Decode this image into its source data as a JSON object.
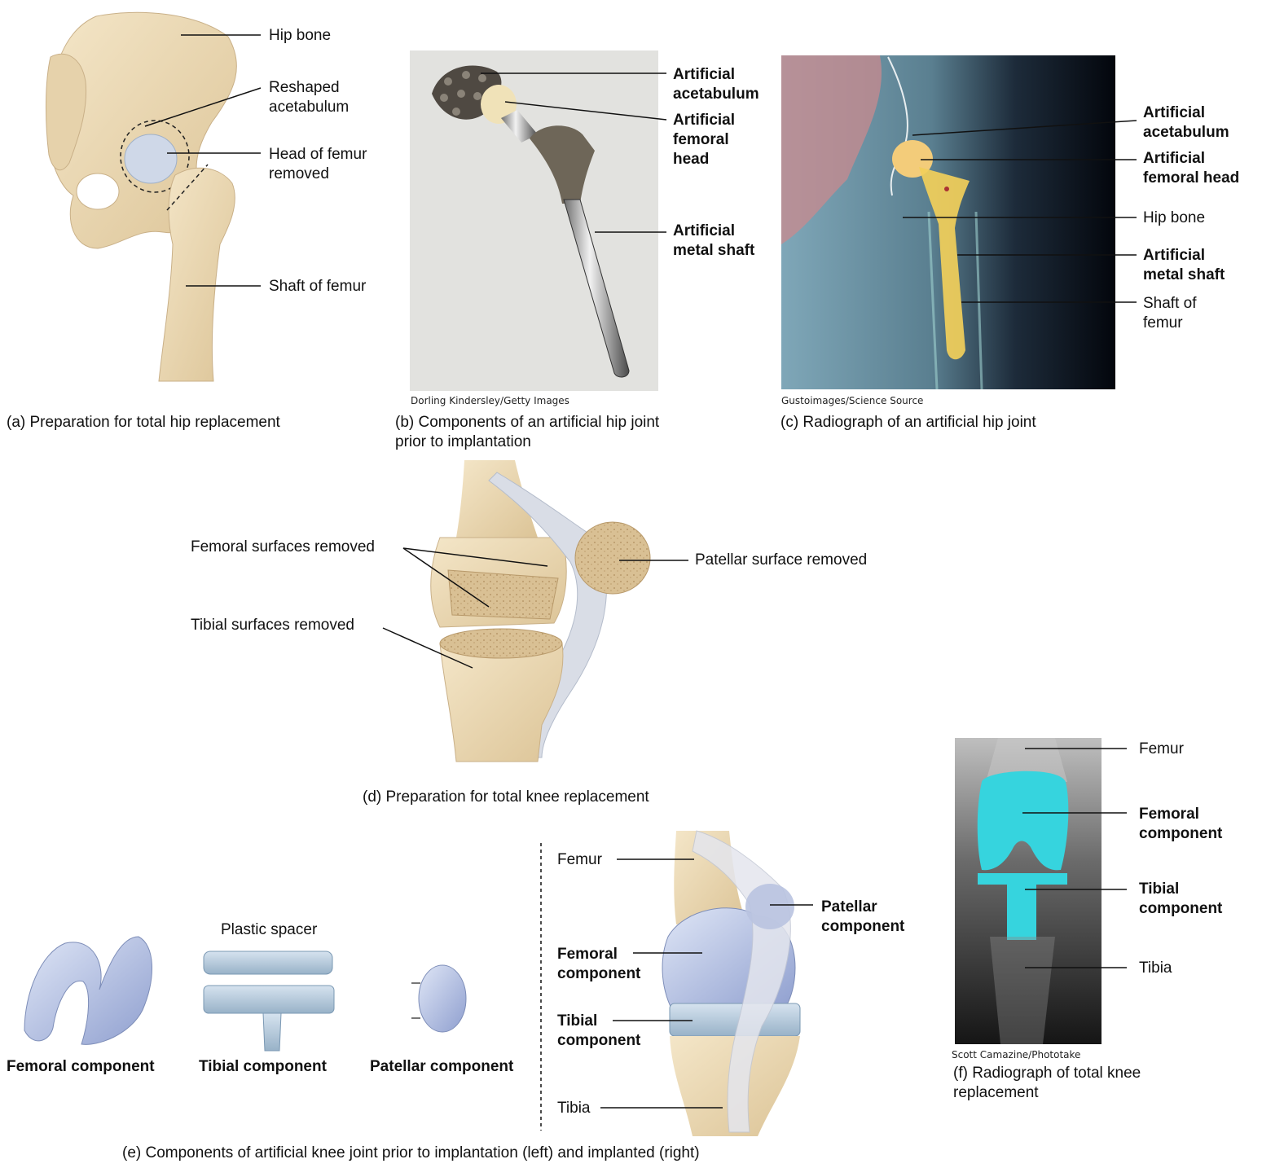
{
  "panel_a": {
    "labels": {
      "hip_bone": "Hip bone",
      "reshaped_acetabulum": "Reshaped\nacetabulum",
      "head_removed": "Head of femur\nremoved",
      "shaft": "Shaft of femur"
    },
    "caption": "(a) Preparation for total hip replacement"
  },
  "panel_b": {
    "labels": {
      "acetabulum": "Artificial\nacetabulum",
      "femoral_head": "Artificial\nfemoral\nhead",
      "metal_shaft": "Artificial\nmetal shaft"
    },
    "credit": "Dorling Kindersley/Getty Images",
    "caption": "(b) Components of an artificial hip joint\n      prior to implantation"
  },
  "panel_c": {
    "labels": {
      "acetabulum": "Artificial\nacetabulum",
      "femoral_head": "Artificial\nfemoral head",
      "hip_bone": "Hip bone",
      "metal_shaft": "Artificial\nmetal shaft",
      "shaft": "Shaft of\nfemur"
    },
    "credit": "Gustoimages/Science Source",
    "caption": "(c) Radiograph of an artificial hip joint"
  },
  "panel_d": {
    "labels": {
      "femoral_surfaces": "Femoral surfaces removed",
      "patellar_surface": "Patellar surface removed",
      "tibial_surfaces": "Tibial surfaces removed"
    },
    "caption": "(d) Preparation for total knee replacement"
  },
  "panel_e": {
    "labels": {
      "plastic_spacer": "Plastic spacer",
      "femoral_component": "Femoral component",
      "tibial_component": "Tibial component",
      "patellar_component": "Patellar component",
      "femur": "Femur",
      "implant_femoral": "Femoral\ncomponent",
      "implant_tibial": "Tibial\ncomponent",
      "tibia": "Tibia",
      "implant_patellar": "Patellar\ncomponent"
    },
    "caption": "(e) Components of artificial knee joint prior to implantation (left) and implanted (right)"
  },
  "panel_f": {
    "labels": {
      "femur": "Femur",
      "femoral_component": "Femoral\ncomponent",
      "tibial_component": "Tibial\ncomponent",
      "tibia": "Tibia"
    },
    "credit": "Scott Camazine/Phototake",
    "caption": "(f) Radiograph of total knee\n      replacement"
  },
  "colors": {
    "bone": "#ead8b4",
    "prosthesis": "#b9c6e4",
    "radiograph_implant": "#3fd0d8",
    "leader": "#111111"
  }
}
